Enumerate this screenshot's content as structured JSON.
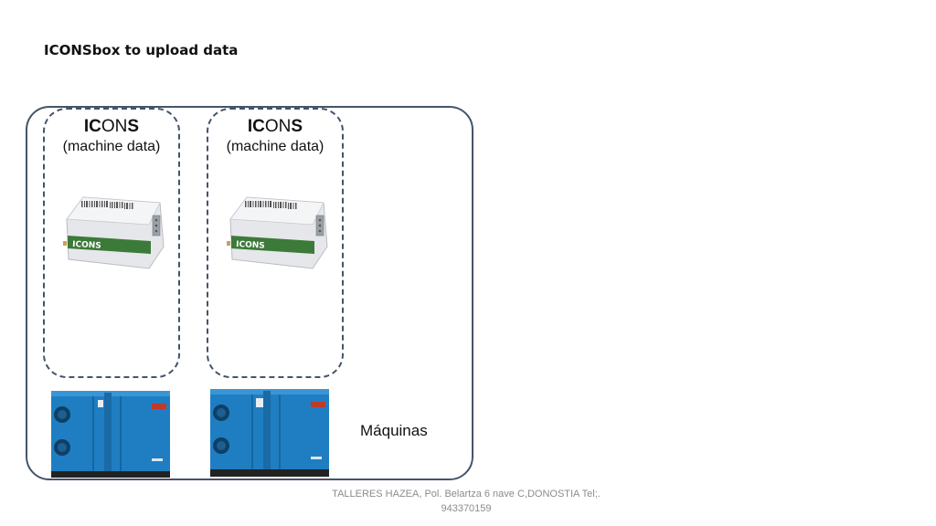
{
  "title": "ICONSbox to upload data",
  "modules": [
    {
      "name_strong_1": "IC",
      "name_rest": "ON",
      "name_strong_2": "S",
      "description": "(machine data)",
      "device_label": "ICONS"
    },
    {
      "name_strong_1": "IC",
      "name_rest": "ON",
      "name_strong_2": "S",
      "description": "(machine data)",
      "device_label": "ICONS"
    }
  ],
  "machines_label": "Máquinas",
  "footer": {
    "line1": "TALLERES HAZEA, Pol. Belartza 6 nave C,DONOSTIA  Tel;.",
    "line2": "943370159"
  },
  "colors": {
    "frame": "#44546a",
    "device_stripe": "#3c7a3a",
    "compressor_blue": "#1f7ec2"
  }
}
